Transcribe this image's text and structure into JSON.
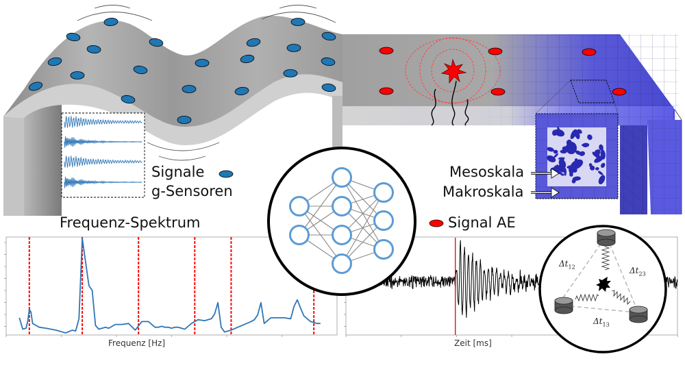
{
  "labels": {
    "signale_line1": "Signale",
    "signale_line2": "g-Sensoren",
    "mesoskala": "Mesoskala",
    "makroskala": "Makroskala",
    "frequency_title": "Frequenz-Spektrum",
    "ae_legend": "Signal AE",
    "delta_t12": "Δt",
    "delta_t12_sub": "12",
    "delta_t23": "Δt",
    "delta_t23_sub": "23",
    "delta_t13": "Δt",
    "delta_t13_sub": "13"
  },
  "colors": {
    "g_sensor": "#1f77b4",
    "ae_sensor": "#ff0000",
    "mesh_blue": "#5555dd",
    "nn_node": "#5b9bd5",
    "spectrum_line": "#2e75b6",
    "dashed_marker": "#ff0000",
    "signal_line": "#000000"
  },
  "chart_data": [
    {
      "type": "line",
      "title": "Frequenz-Spektrum",
      "xlabel": "Frequenz [Hz]",
      "ylabel": "",
      "tick_labels": "none",
      "xlim": [
        0,
        100
      ],
      "ylim": [
        0,
        1
      ],
      "series": [
        {
          "name": "spectrum",
          "x": [
            4,
            5,
            6,
            6.5,
            7,
            7.5,
            8,
            9,
            10,
            12,
            15,
            18,
            20,
            21,
            22,
            23,
            25,
            26,
            27,
            28,
            29,
            30,
            31,
            33,
            35,
            37,
            39,
            41,
            43,
            45,
            46,
            47,
            48,
            49,
            50,
            51,
            52,
            54,
            56,
            58,
            60,
            62,
            63,
            64,
            65,
            66,
            68,
            70,
            72,
            74,
            75,
            76,
            77,
            78,
            80,
            82,
            84,
            86,
            87,
            88,
            89,
            90,
            91,
            92,
            93,
            94,
            95
          ],
          "y": [
            0.16,
            0.04,
            0.05,
            0.12,
            0.25,
            0.22,
            0.1,
            0.08,
            0.06,
            0.05,
            0.03,
            0.0,
            0.03,
            0.02,
            0.15,
            1.0,
            0.5,
            0.45,
            0.08,
            0.04,
            0.05,
            0.06,
            0.05,
            0.09,
            0.09,
            0.1,
            0.03,
            0.12,
            0.12,
            0.06,
            0.06,
            0.07,
            0.06,
            0.06,
            0.05,
            0.06,
            0.06,
            0.04,
            0.1,
            0.14,
            0.13,
            0.15,
            0.2,
            0.32,
            0.06,
            0.01,
            0.03,
            0.06,
            0.09,
            0.12,
            0.14,
            0.19,
            0.32,
            0.1,
            0.16,
            0.16,
            0.16,
            0.15,
            0.28,
            0.35,
            0.26,
            0.18,
            0.15,
            0.12,
            0.11,
            0.1,
            0.1
          ],
          "color": "#2e75b6"
        }
      ],
      "vlines": [
        7,
        23,
        40,
        57,
        68,
        93
      ]
    },
    {
      "type": "line",
      "title": "Signal AE",
      "xlabel": "Zeit [ms]",
      "ylabel": "",
      "tick_labels": "none",
      "xlim": [
        0,
        100
      ],
      "ylim": [
        -1,
        1
      ],
      "description": "Noisy baseline with a burst starting at the onset marker, amplitude decaying exponentially",
      "onset_x": 33,
      "burst_peak_amplitude": 0.95,
      "noise_amplitude": 0.12,
      "series": [
        {
          "name": "AE signal",
          "color": "#000000"
        }
      ]
    }
  ]
}
